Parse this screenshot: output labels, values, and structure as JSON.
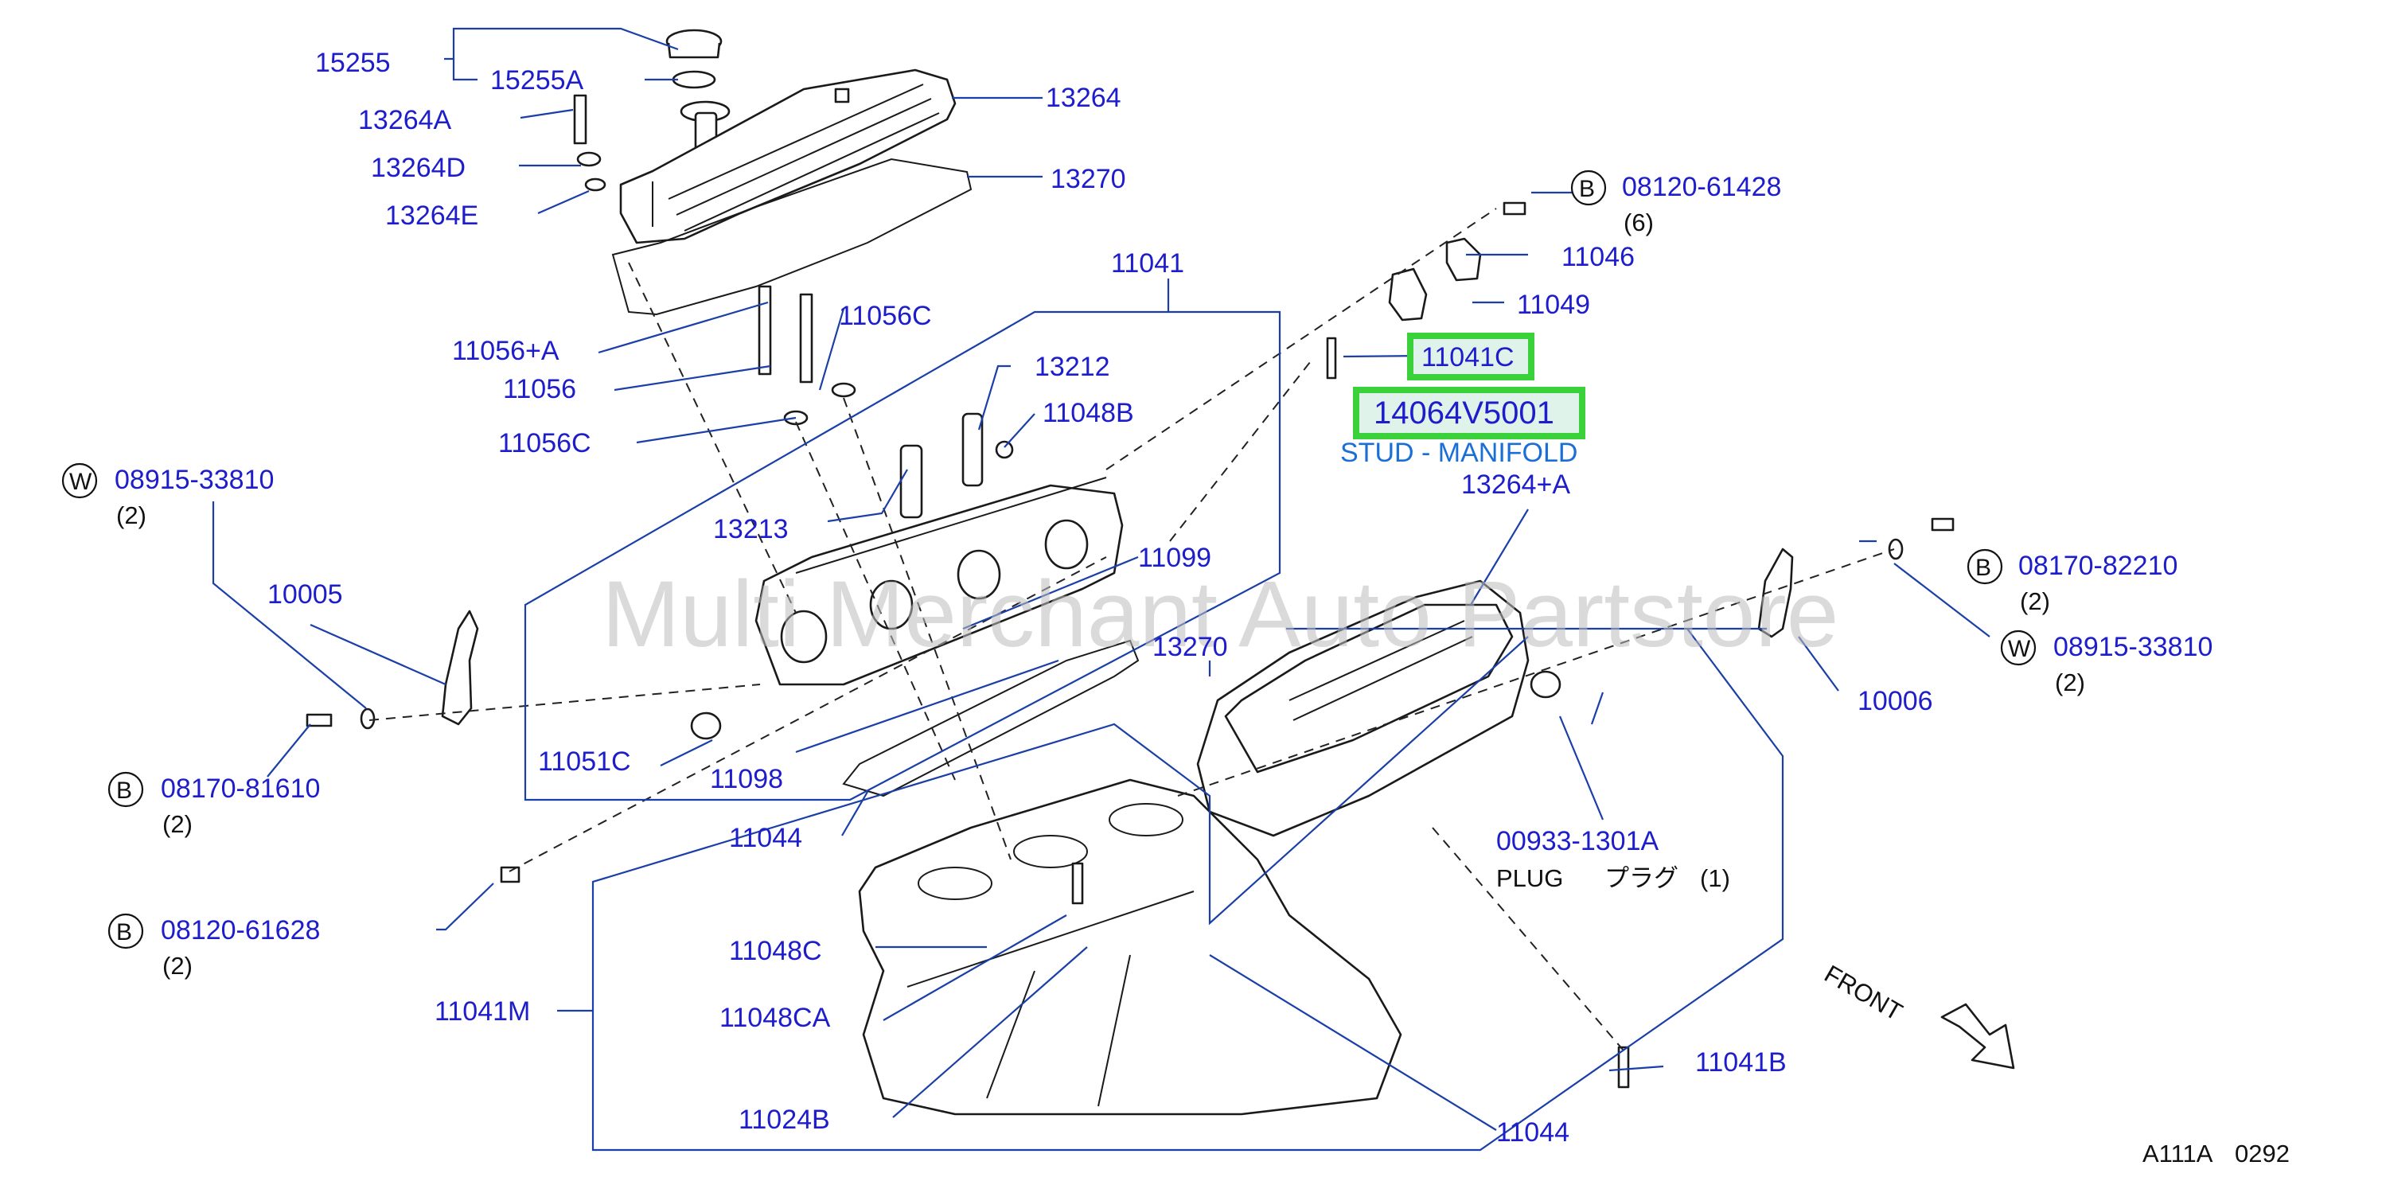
{
  "watermark": "Multi Merchant Auto Partstore",
  "highlight": {
    "part": "11041C",
    "partnumber": "14064V5001",
    "description": "STUD - MANIFOLD"
  },
  "labels": {
    "p15255": "15255",
    "p15255a": "15255A",
    "p13264": "13264",
    "p13264a": "13264A",
    "p13264d": "13264D",
    "p13264e": "13264E",
    "p13270_top": "13270",
    "p11041": "11041",
    "p11056c_top": "11056C",
    "p11056a": "11056+A",
    "p11056": "11056",
    "p11056c_bot": "11056C",
    "p13212": "13212",
    "p11048b": "11048B",
    "p13213": "13213",
    "p11099": "11099",
    "p10005": "10005",
    "p11051c": "11051C",
    "p11098": "11098",
    "p11044_left": "11044",
    "p13270_mid": "13270",
    "p11046": "11046",
    "p11049": "11049",
    "p13264a_right": "13264+A",
    "p10006": "10006",
    "p00933": "00933-1301A",
    "p11041m": "11041M",
    "p11048c": "11048C",
    "p11048ca": "11048CA",
    "p11024b": "11024B",
    "p11041b": "11041B",
    "p11044_bot": "11044",
    "plug_en": "PLUG",
    "plug_jp": "プラグ",
    "plug_qty": "(1)",
    "front": "FRONT",
    "diagram_code": "A111A",
    "diagram_num": "0292"
  },
  "fasteners": {
    "b_08120_61428": {
      "symbol": "B",
      "part": "08120-61428",
      "qty": "(6)"
    },
    "w_08915_33810_left": {
      "symbol": "W",
      "part": "08915-33810",
      "qty": "(2)"
    },
    "b_08170_81610": {
      "symbol": "B",
      "part": "08170-81610",
      "qty": "(2)"
    },
    "b_08120_61628": {
      "symbol": "B",
      "part": "08120-61628",
      "qty": "(2)"
    },
    "b_08170_82210": {
      "symbol": "B",
      "part": "08170-82210",
      "qty": "(2)"
    },
    "w_08915_33810_right": {
      "symbol": "W",
      "part": "08915-33810",
      "qty": "(2)"
    }
  },
  "colors": {
    "label": "#1d1dcc",
    "highlight_border": "#3ad13a",
    "highlight_fill": "#dff3ea",
    "description": "#1a6fd6"
  }
}
